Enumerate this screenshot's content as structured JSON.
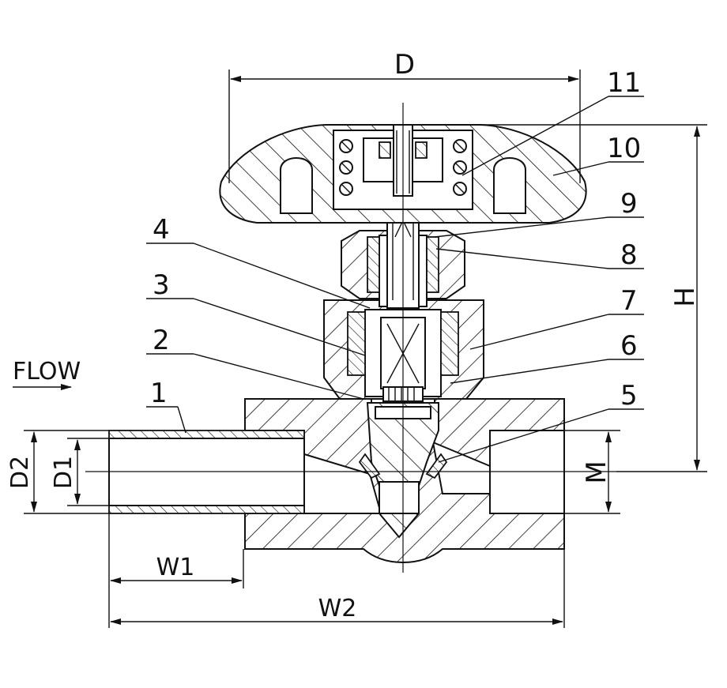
{
  "diagram": {
    "flow_label": "FLOW",
    "dimensions": {
      "D": "D",
      "H": "H",
      "M": "M",
      "D1": "D1",
      "D2": "D2",
      "W1": "W1",
      "W2": "W2"
    },
    "part_numbers": [
      "1",
      "2",
      "3",
      "4",
      "5",
      "6",
      "7",
      "8",
      "9",
      "10",
      "11"
    ]
  }
}
